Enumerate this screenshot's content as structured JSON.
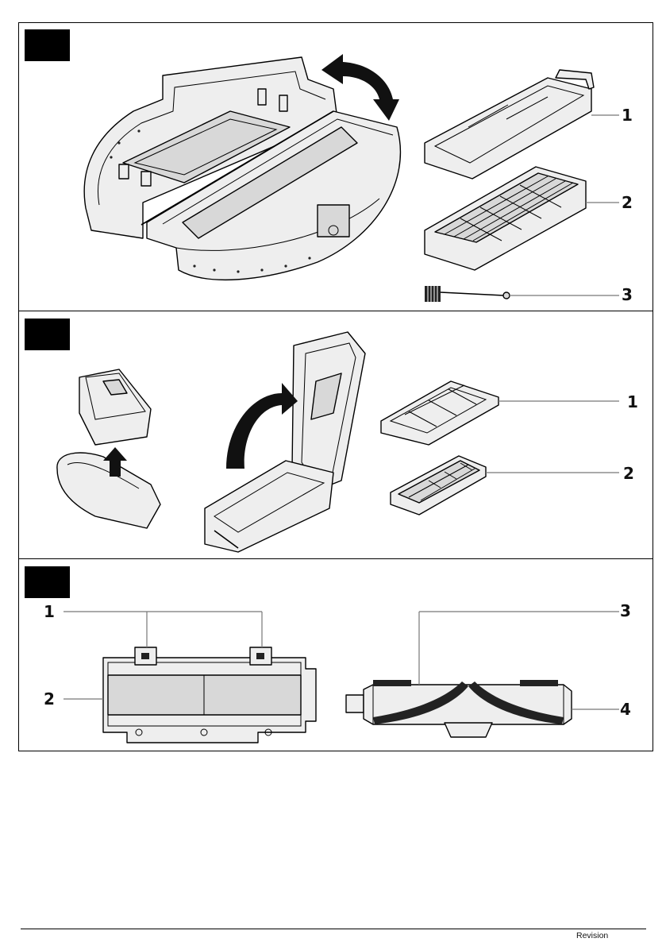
{
  "panels": [
    {
      "id": "panel-1",
      "callouts": [
        {
          "label": "1"
        },
        {
          "label": "2"
        },
        {
          "label": "3"
        }
      ]
    },
    {
      "id": "panel-2",
      "callouts": [
        {
          "label": "1"
        },
        {
          "label": "2"
        }
      ]
    },
    {
      "id": "panel-3",
      "callouts": [
        {
          "label": "1"
        },
        {
          "label": "2"
        },
        {
          "label": "3"
        },
        {
          "label": "4"
        }
      ]
    }
  ],
  "footer": {
    "revision": "Revision"
  },
  "colors": {
    "line": "#000000",
    "shade": "#d8d8d8",
    "leader": "#777777"
  },
  "icons": [
    "curved-double-arrow-icon",
    "up-arrow-icon",
    "curved-arrow-icon"
  ]
}
